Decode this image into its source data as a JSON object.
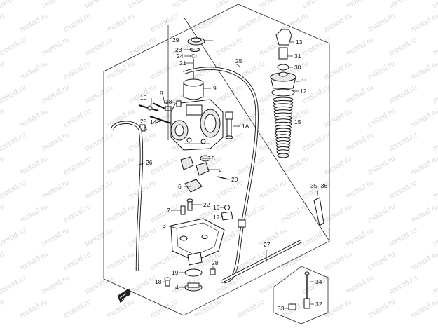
{
  "watermark": {
    "text": "motod.ru"
  },
  "callouts": [
    {
      "id": "c1",
      "text": "1"
    },
    {
      "id": "c1a",
      "text": "1A"
    },
    {
      "id": "c2",
      "text": "2"
    },
    {
      "id": "c3",
      "text": "3"
    },
    {
      "id": "c4",
      "text": "4"
    },
    {
      "id": "c5",
      "text": "5"
    },
    {
      "id": "c6",
      "text": "6"
    },
    {
      "id": "c7",
      "text": "7"
    },
    {
      "id": "c8",
      "text": "8"
    },
    {
      "id": "c9",
      "text": "9"
    },
    {
      "id": "c10",
      "text": "10"
    },
    {
      "id": "c11",
      "text": "11"
    },
    {
      "id": "c12",
      "text": "12"
    },
    {
      "id": "c13",
      "text": "13"
    },
    {
      "id": "c14",
      "text": "14"
    },
    {
      "id": "c15",
      "text": "15"
    },
    {
      "id": "c16",
      "text": "16"
    },
    {
      "id": "c17",
      "text": "17"
    },
    {
      "id": "c18",
      "text": "18"
    },
    {
      "id": "c19",
      "text": "19"
    },
    {
      "id": "c20",
      "text": "20"
    },
    {
      "id": "c21",
      "text": "21"
    },
    {
      "id": "c22",
      "text": "22"
    },
    {
      "id": "c23",
      "text": "23"
    },
    {
      "id": "c24",
      "text": "24"
    },
    {
      "id": "c25",
      "text": "25"
    },
    {
      "id": "c26",
      "text": "26"
    },
    {
      "id": "c27",
      "text": "27"
    },
    {
      "id": "c28a",
      "text": "28"
    },
    {
      "id": "c28b",
      "text": "28"
    },
    {
      "id": "c28c",
      "text": "28"
    },
    {
      "id": "c29",
      "text": "29"
    },
    {
      "id": "c30",
      "text": "30"
    },
    {
      "id": "c31",
      "text": "31"
    },
    {
      "id": "c32",
      "text": "32"
    },
    {
      "id": "c33",
      "text": "33"
    },
    {
      "id": "c34",
      "text": "34"
    },
    {
      "id": "c3536",
      "text": "35· 36"
    }
  ]
}
